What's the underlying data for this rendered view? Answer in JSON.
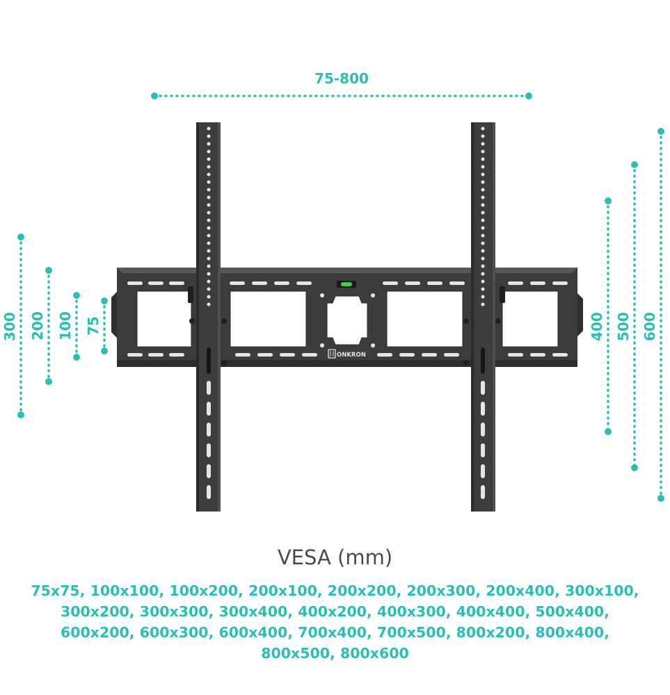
{
  "dimensions": {
    "horizontal": "75-800",
    "left": [
      "300",
      "200",
      "100",
      "75"
    ],
    "right": [
      "400",
      "500",
      "600"
    ]
  },
  "brand": "ONKRON",
  "vesa_title": "VESA (mm)",
  "vesa_lines": [
    "75x75, 100x100, 100x200, 200x100, 200x200, 200x300, 200x400, 300x100,",
    "300x200, 300x300, 300x400, 400x200, 400x300, 400x400, 500x400,",
    "600x200, 600x300, 600x400, 700x400, 700x500, 800x200, 800x400,",
    "800x500, 800x600"
  ],
  "colors": {
    "accent": "#2bbfb3",
    "metal": "#3d3d3f",
    "text": "#4a4a4a"
  }
}
